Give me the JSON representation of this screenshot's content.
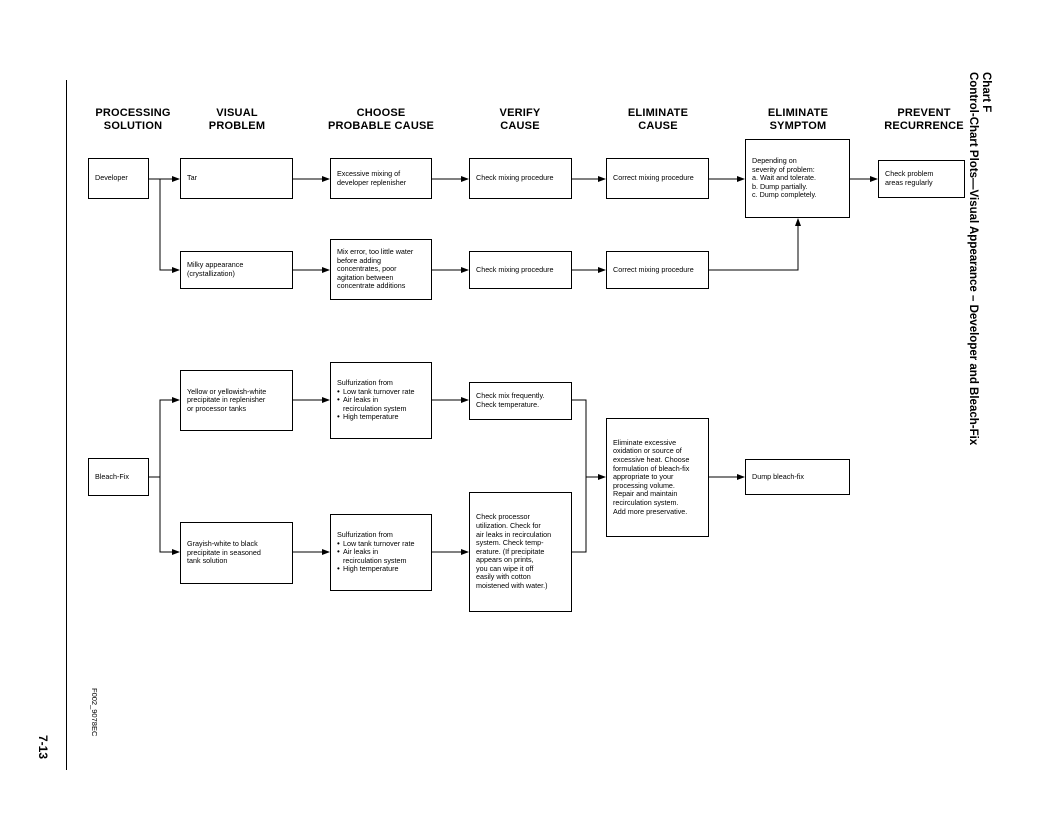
{
  "title": {
    "chart_label": "Chart F",
    "main": "Control-Chart Plots—Visual Appearance – Developer and Bleach-Fix"
  },
  "page_number": "7-13",
  "figure_code": "F002_9078EC",
  "headers": [
    {
      "line1": "PROCESSING",
      "line2": "SOLUTION"
    },
    {
      "line1": "VISUAL",
      "line2": "PROBLEM"
    },
    {
      "line1": "CHOOSE",
      "line2": "PROBABLE CAUSE"
    },
    {
      "line1": "VERIFY",
      "line2": "CAUSE"
    },
    {
      "line1": "ELIMINATE",
      "line2": "CAUSE"
    },
    {
      "line1": "ELIMINATE",
      "line2": "SYMPTOM"
    },
    {
      "line1": "PREVENT",
      "line2": "RECURRENCE"
    }
  ],
  "nodes": {
    "developer": {
      "lines": [
        "Developer"
      ]
    },
    "tar": {
      "lines": [
        "Tar"
      ]
    },
    "excessive_mixing": {
      "lines": [
        "Excessive mixing of",
        "developer replenisher"
      ]
    },
    "check_mixing_1": {
      "lines": [
        "Check mixing procedure"
      ]
    },
    "correct_mixing_1": {
      "lines": [
        "Correct mixing procedure"
      ]
    },
    "depending_on": {
      "lines": [
        "Depending on",
        "severity of problem:",
        "a. Wait and tolerate.",
        "b. Dump partially.",
        "c. Dump completely."
      ]
    },
    "check_problem_areas": {
      "lines": [
        "Check problem",
        "areas regularly"
      ]
    },
    "milky": {
      "lines": [
        "Milky appearance",
        "(crystallization)"
      ]
    },
    "mix_error": {
      "lines": [
        "Mix error, too little water",
        "before adding",
        "concentrates, poor",
        "agitation between",
        "concentrate additions"
      ]
    },
    "check_mixing_2": {
      "lines": [
        "Check mixing procedure"
      ]
    },
    "correct_mixing_2": {
      "lines": [
        "Correct mixing procedure"
      ]
    },
    "bleach_fix": {
      "lines": [
        "Bleach-Fix"
      ]
    },
    "yellow_precipitate": {
      "lines": [
        "Yellow or yellowish-white",
        "precipitate in replenisher",
        "or processor tanks"
      ]
    },
    "sulfurization_1": {
      "heading": "Sulfurization from",
      "bullets": [
        "Low tank turnover rate",
        "Air leaks in\nrecirculation system",
        "High temperature"
      ]
    },
    "check_mix_freq": {
      "lines": [
        "Check mix frequently.",
        "Check temperature."
      ]
    },
    "eliminate_oxidation": {
      "lines": [
        "Eliminate excessive",
        "oxidation or source of",
        "excessive heat.  Choose",
        "formulation of bleach-fix",
        "appropriate to your",
        "processing volume.",
        "Repair and maintain",
        "recirculation system.",
        "Add more preservative."
      ]
    },
    "dump_bleach_fix": {
      "lines": [
        "Dump bleach-fix"
      ]
    },
    "grayish": {
      "lines": [
        "Grayish-white to black",
        "precipitate in seasoned",
        "tank solution"
      ]
    },
    "sulfurization_2": {
      "heading": "Sulfurization from",
      "bullets": [
        "Low tank turnover rate",
        "Air leaks in\nrecirculation system",
        "High temperature"
      ]
    },
    "check_processor": {
      "lines": [
        "Check processor",
        "utilization.  Check for",
        "air leaks in recirculation",
        "system. Check temp-",
        "erature.  (If precipitate",
        "appears on prints,",
        "you can wipe it off",
        "easily with cotton",
        "moistened with water.)"
      ]
    }
  }
}
